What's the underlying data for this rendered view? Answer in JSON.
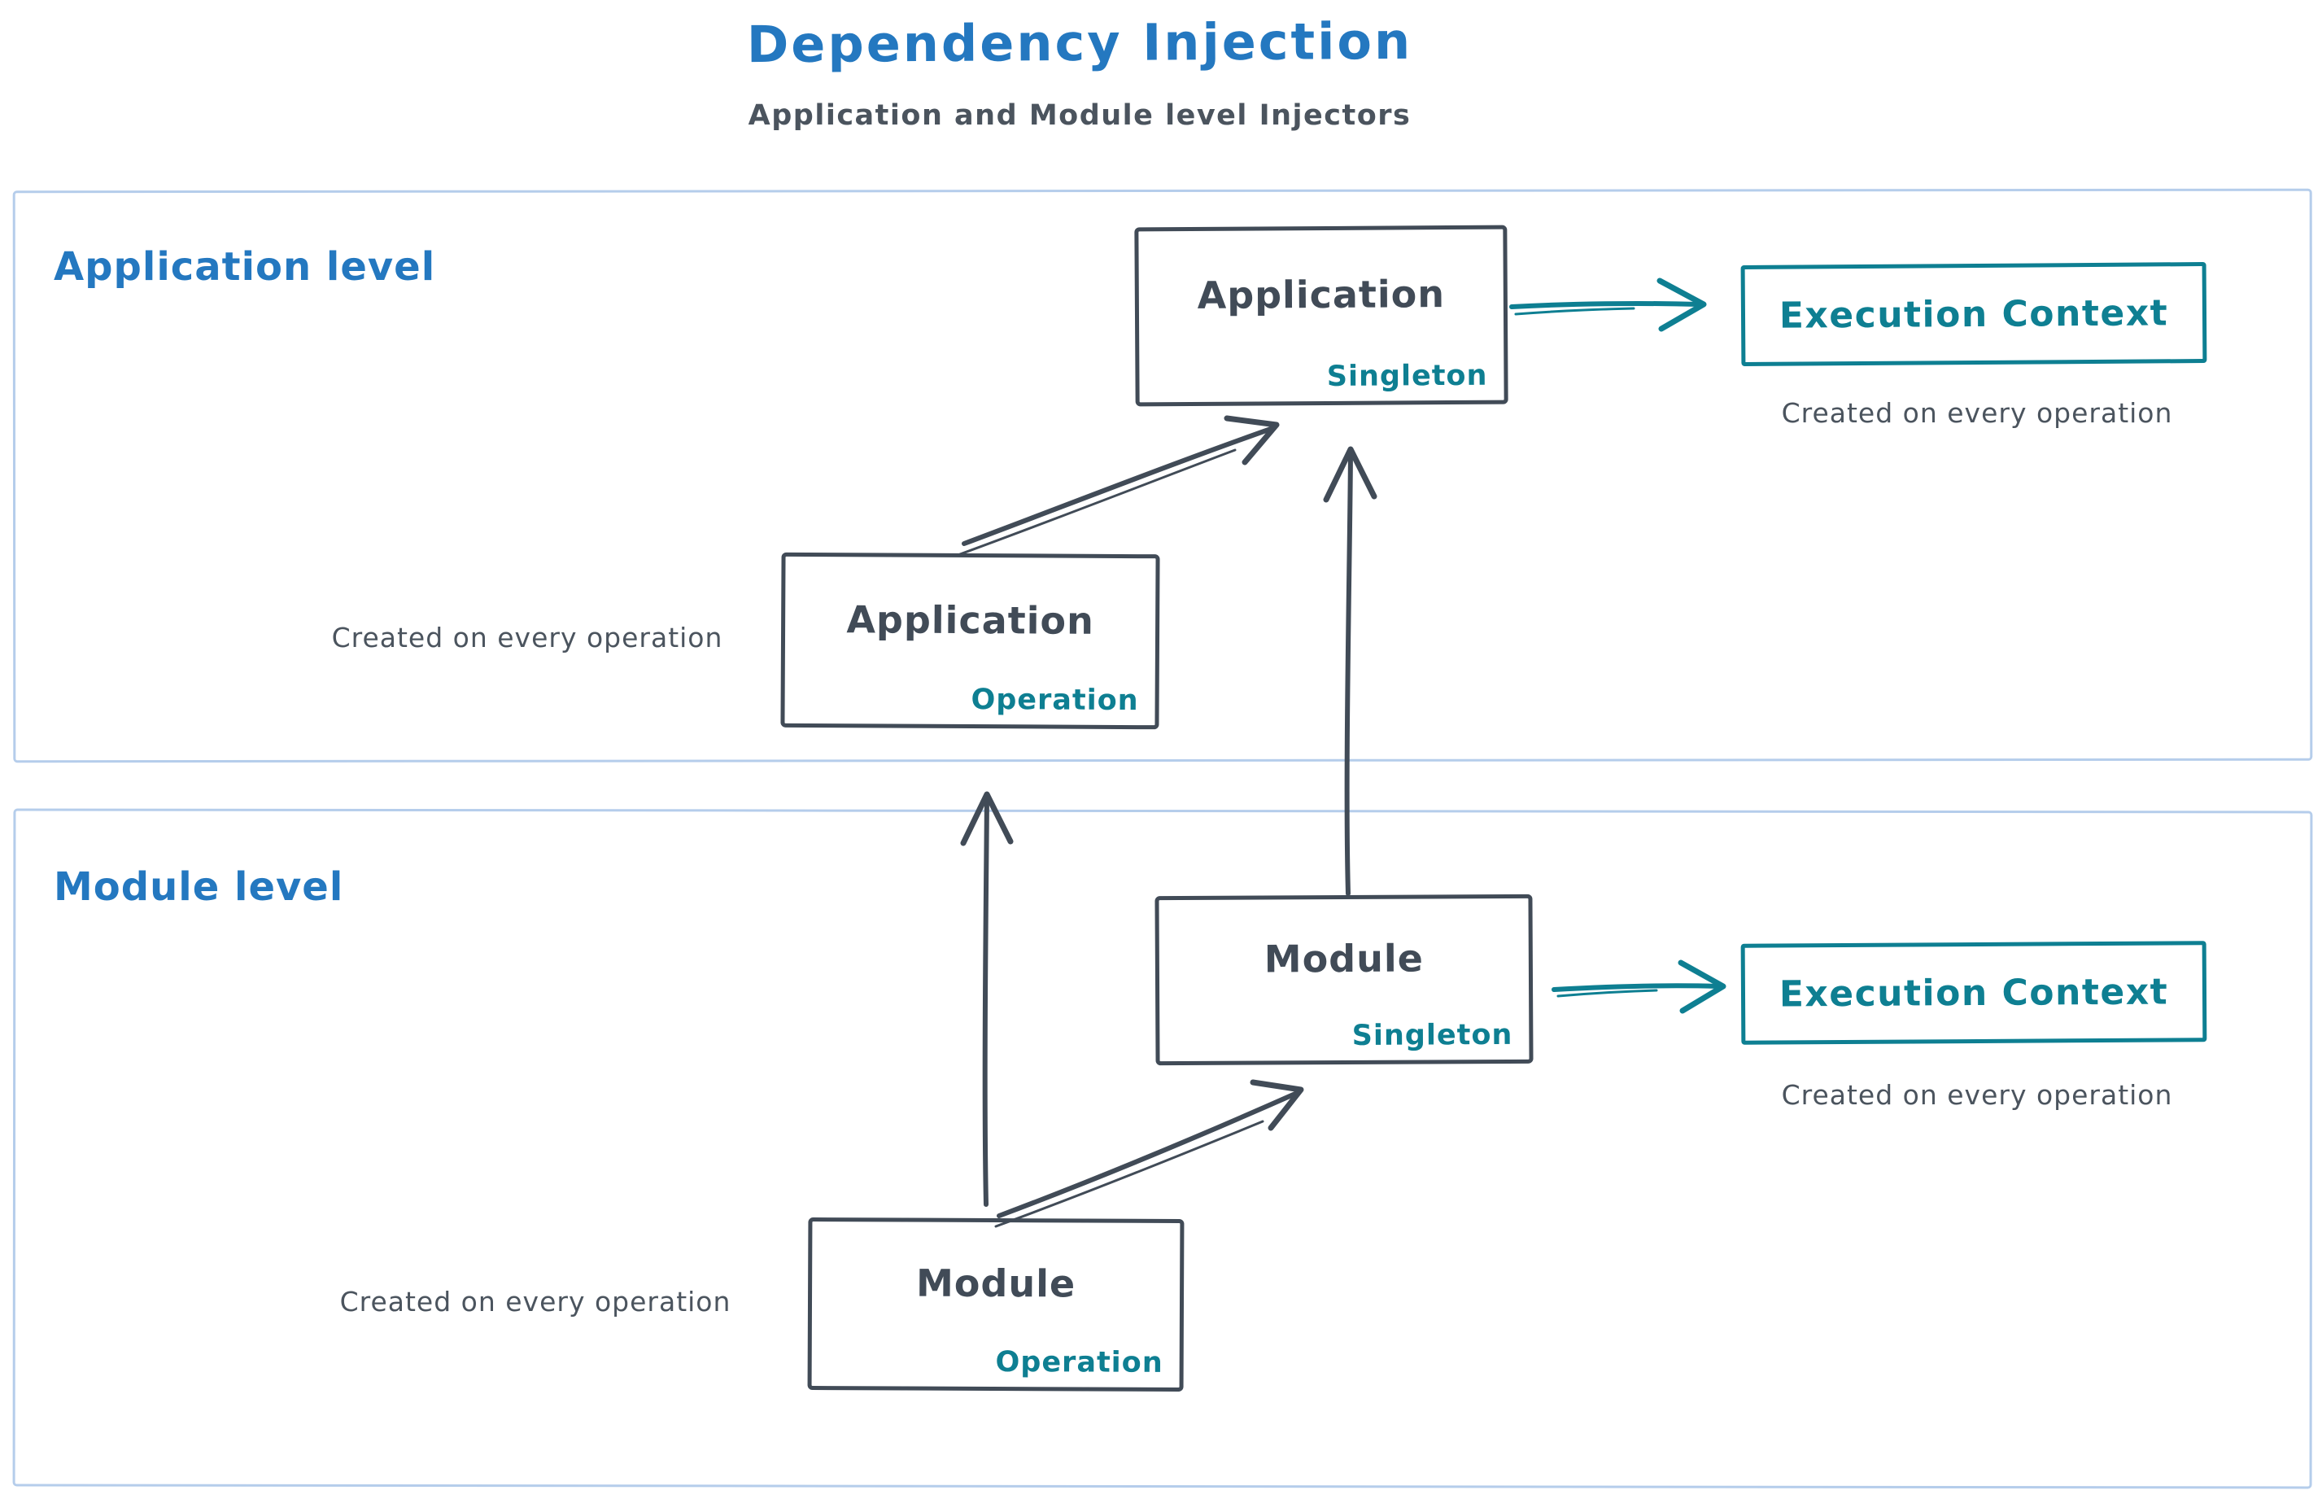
{
  "title": "Dependency Injection",
  "subtitle": "Application and Module level Injectors",
  "colors": {
    "title_blue": "#2478c0",
    "stroke_dark": "#414b57",
    "accent_teal": "#0e7f92",
    "section_border_blue": "#b5cdeb"
  },
  "sections": {
    "application": {
      "label": "Application level",
      "singleton_box": {
        "title": "Application",
        "badge": "Singleton"
      },
      "operation_box": {
        "title": "Application",
        "badge": "Operation"
      },
      "operation_note": "Created on every operation",
      "execution_context": {
        "label": "Execution Context",
        "note": "Created on every operation"
      }
    },
    "module": {
      "label": "Module level",
      "singleton_box": {
        "title": "Module",
        "badge": "Singleton"
      },
      "operation_box": {
        "title": "Module",
        "badge": "Operation"
      },
      "operation_note": "Created on every operation",
      "execution_context": {
        "label": "Execution Context",
        "note": "Created on every operation"
      }
    }
  },
  "arrows": [
    {
      "name": "app-singleton-to-execution-context",
      "color": "#0e7f92"
    },
    {
      "name": "app-operation-to-app-singleton",
      "color": "#414b57"
    },
    {
      "name": "module-singleton-to-app-singleton",
      "color": "#414b57"
    },
    {
      "name": "module-singleton-to-execution-context",
      "color": "#0e7f92"
    },
    {
      "name": "module-operation-to-module-singleton",
      "color": "#414b57"
    },
    {
      "name": "module-operation-to-app-operation",
      "color": "#414b57"
    }
  ]
}
